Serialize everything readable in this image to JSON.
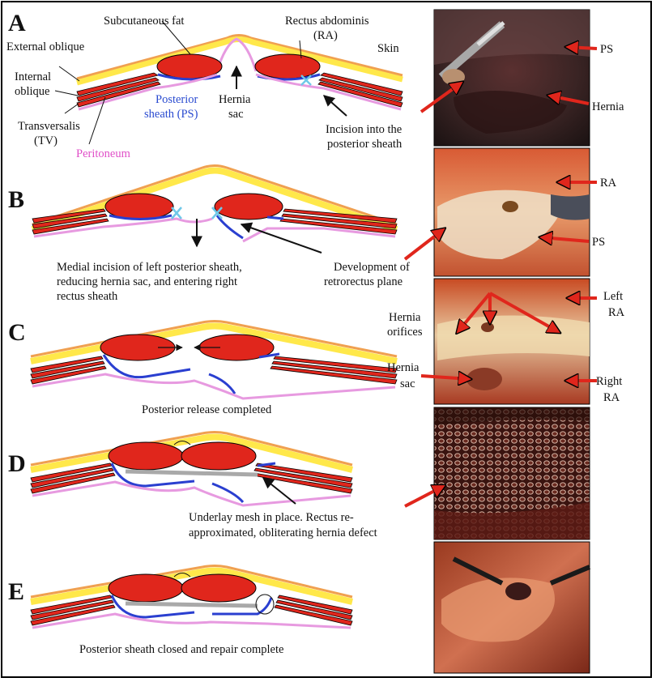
{
  "panels": [
    {
      "id": "A",
      "label": "A"
    },
    {
      "id": "B",
      "label": "B"
    },
    {
      "id": "C",
      "label": "C"
    },
    {
      "id": "D",
      "label": "D"
    },
    {
      "id": "E",
      "label": "E"
    }
  ],
  "labels_a": {
    "subcutaneous_fat": "Subcutaneous fat",
    "rectus_line1": "Rectus abdominis",
    "rectus_line2": "(RA)",
    "external_oblique": "External oblique",
    "skin": "Skin",
    "internal_line1": "Internal",
    "internal_line2": "oblique",
    "transversalis_line1": "Transversalis",
    "transversalis_line2": "(TV)",
    "posterior_line1": "Posterior",
    "posterior_line2": "sheath (PS)",
    "hernia_line1": "Hernia",
    "hernia_line2": "sac",
    "incision_line1": "Incision into the",
    "incision_line2": "posterior sheath",
    "peritoneum": "Peritoneum"
  },
  "photo_labels": {
    "a_ps": "PS",
    "a_hernia": "Hernia",
    "b_ra": "RA",
    "b_ps": "PS",
    "c_left_line1": "Left",
    "c_left_line2": "RA",
    "c_orifices_line1": "Hernia",
    "c_orifices_line2": "orifices",
    "c_sac_line1": "Hernia",
    "c_sac_line2": "sac",
    "c_right_line1": "Right",
    "c_right_line2": "RA"
  },
  "captions": {
    "b_line1": "Medial incision of left posterior sheath,",
    "b_line2": "reducing hernia sac, and entering right",
    "b_line3": "rectus sheath",
    "b_dev_line1": "Development of",
    "b_dev_line2": "retrorectus plane",
    "c": "Posterior release completed",
    "d_line1": "Underlay mesh in place. Rectus re-",
    "d_line2": "approximated, obliterating hernia defect",
    "e": "Posterior sheath closed and repair complete"
  },
  "colors": {
    "skin": "#f0a050",
    "fat": "#ffe84a",
    "muscle": "#e0261c",
    "sheath": "#2a3fd0",
    "peritoneum": "#e79ae0",
    "mesh": "#a9a9a9",
    "arrow_red": "#e0261c",
    "incision_x": "#6fc8e8"
  }
}
